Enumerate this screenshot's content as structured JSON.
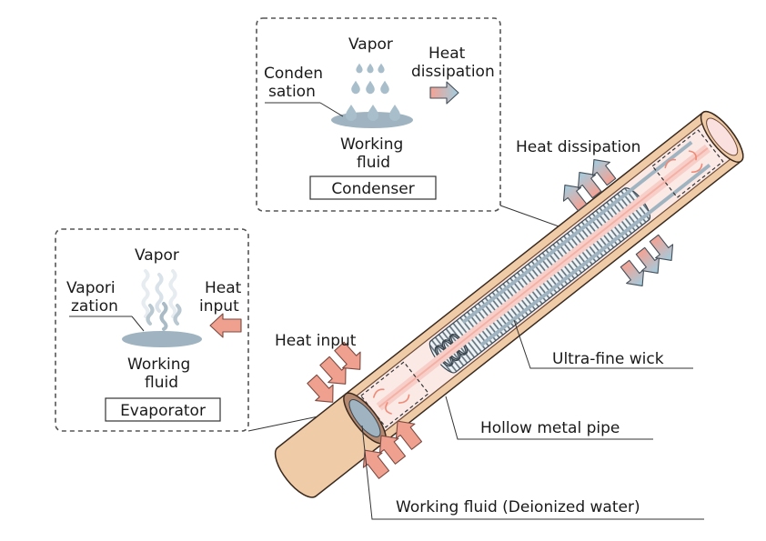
{
  "condenser_box": {
    "vapor": "Vapor",
    "heat_line1": "Heat",
    "heat_line2": "dissipation",
    "cond_line1": "Conden",
    "cond_line2": "sation",
    "fluid_line1": "Working",
    "fluid_line2": "fluid",
    "title": "Condenser"
  },
  "evaporator_box": {
    "vapor": "Vapor",
    "vap_line1": "Vapori",
    "vap_line2": "zation",
    "heat_line1": "Heat",
    "heat_line2": "input",
    "fluid_line1": "Working",
    "fluid_line2": "fluid",
    "title": "Evaporator"
  },
  "pipe_labels": {
    "heat_dissipation": "Heat dissipation",
    "heat_input": "Heat input",
    "wick": "Ultra-fine wick",
    "pipe": "Hollow metal pipe",
    "fluid": "Working fluid (Deionized water)"
  },
  "colors": {
    "pipe": "#f0cba7",
    "pipe_outline": "#3a2a1e",
    "pipe_end": "#b58870",
    "wick": "#8a9aa6",
    "fluid": "#9fb4c0",
    "warm_arrow": "#f0a08f",
    "cool_arrow": "#9fc6d6",
    "box_border": "#555555"
  }
}
